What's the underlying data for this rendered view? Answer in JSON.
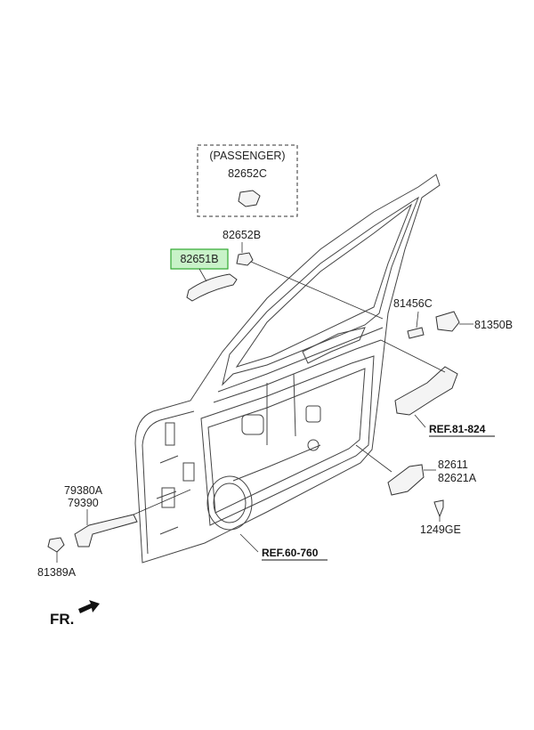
{
  "passenger_box": {
    "title": "(PASSENGER)",
    "part": "82652C"
  },
  "labels": {
    "p82652B": "82652B",
    "p82651B": "82651B",
    "p81456C": "81456C",
    "p81350B": "81350B",
    "ref61": "REF.81-824",
    "p82611": "82611",
    "p82621A": "82621A",
    "p1249GE": "1249GE",
    "ref60": "REF.60-760",
    "p79380A": "79380A",
    "p79390": "79390",
    "p81389A": "81389A"
  },
  "fr_label": "FR.",
  "colors": {
    "highlight_fill": "#c8f2c8",
    "highlight_stroke": "#2fa82f",
    "line": "#333333"
  }
}
